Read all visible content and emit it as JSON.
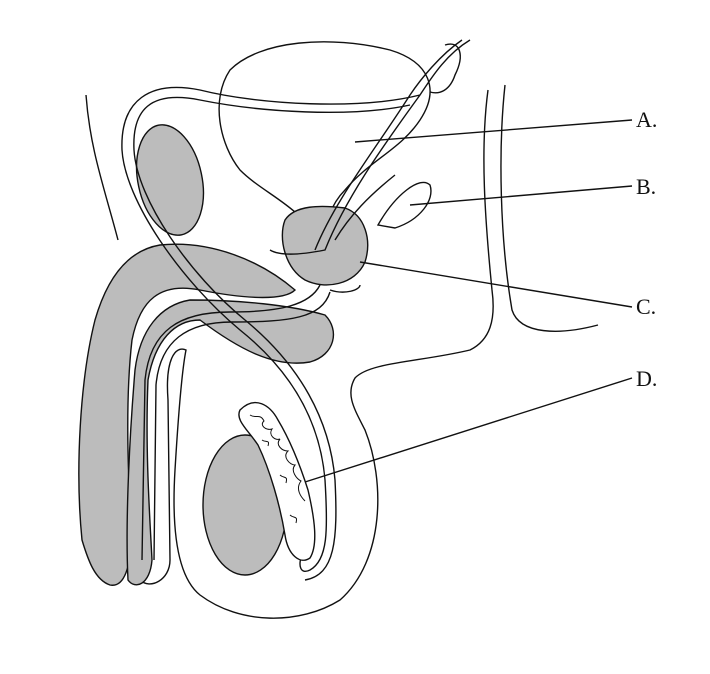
{
  "labels": {
    "a": "A.",
    "b": "B.",
    "c": "C.",
    "d": "D."
  },
  "colors": {
    "fill": "#bcbcbc",
    "stroke": "#111111",
    "background": "#ffffff"
  }
}
